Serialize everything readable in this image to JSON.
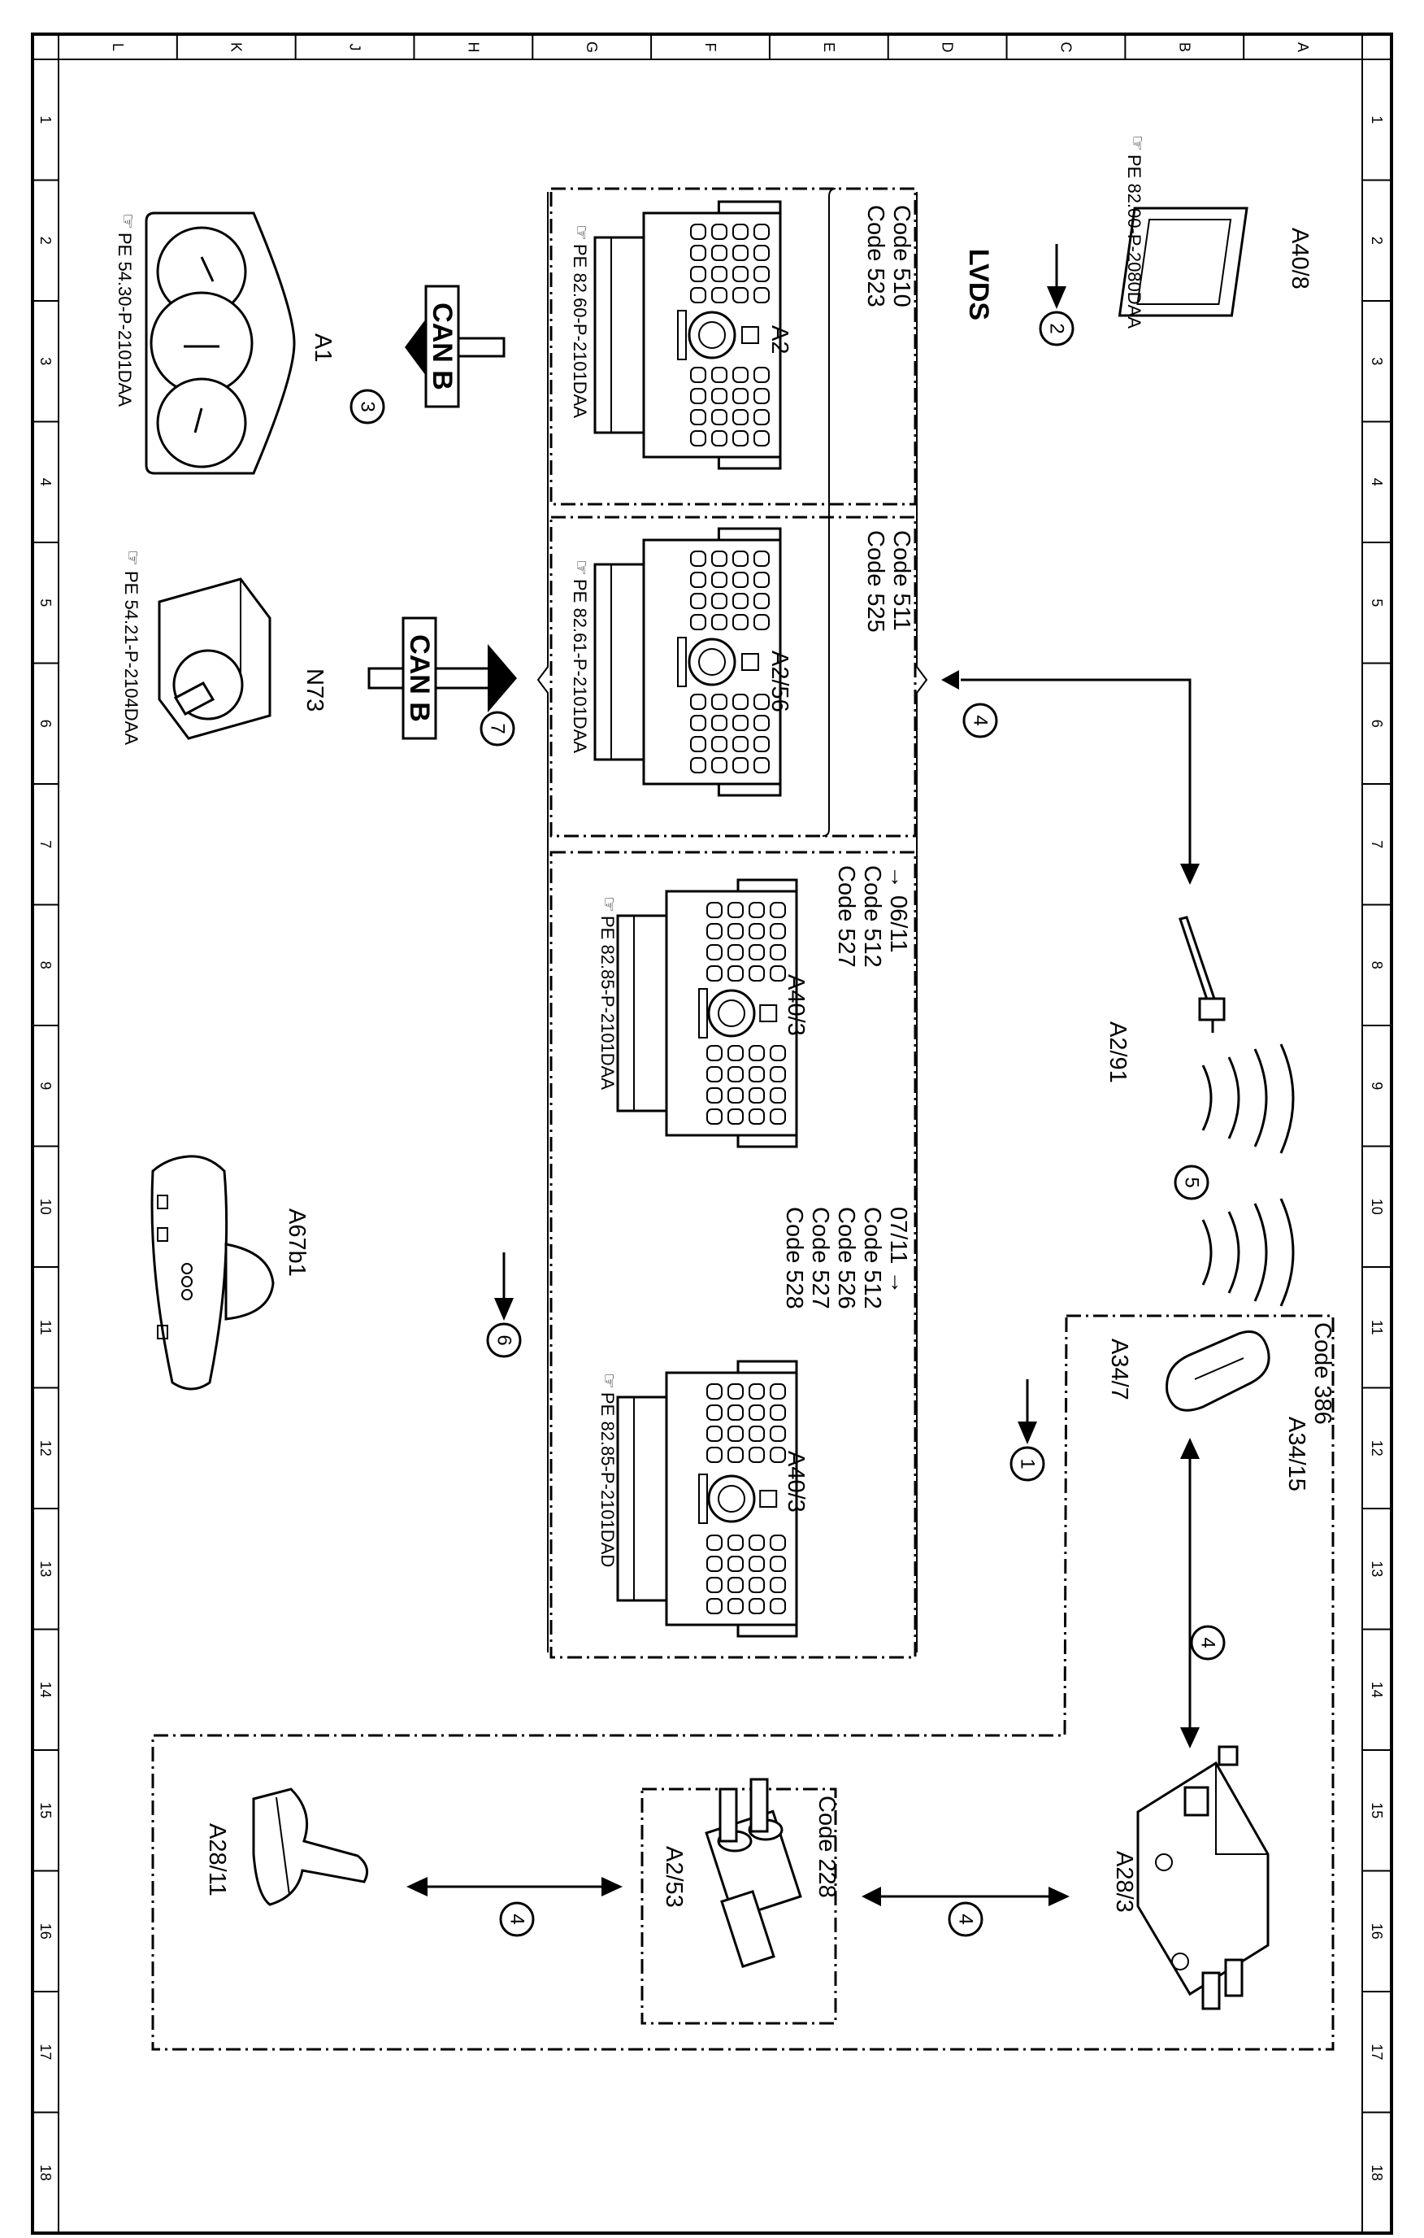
{
  "grid": {
    "columns": [
      "L",
      "K",
      "J",
      "H",
      "G",
      "F",
      "E",
      "D",
      "C",
      "B",
      "A"
    ],
    "rows": [
      "1",
      "2",
      "3",
      "4",
      "5",
      "6",
      "7",
      "8",
      "9",
      "10",
      "11",
      "12",
      "13",
      "14",
      "15",
      "16",
      "17",
      "18"
    ]
  },
  "components": {
    "a40_8": {
      "label": "A40/8",
      "ref": "PE 82.00-P-2080DAA"
    },
    "a1": {
      "label": "A1",
      "ref": "PE 54.30-P-2101DAA"
    },
    "n73": {
      "label": "N73",
      "ref": "PE 54.21-P-2104DAA"
    },
    "a2": {
      "label": "A2",
      "ref": "PE 82.60-P-2101DAA",
      "codes": [
        "Code 510",
        "Code 523"
      ]
    },
    "a2_56": {
      "label": "A2/56",
      "ref": "PE 82.61-P-2101DAA",
      "codes": [
        "Code 511",
        "Code 525"
      ]
    },
    "a40_3_early": {
      "label": "A40/3",
      "ref": "PE 82.85-P-2101DAA",
      "codes": [
        "→ 06/11",
        "Code 512",
        "Code 527"
      ]
    },
    "a40_3_late": {
      "label": "A40/3",
      "ref": "PE 82.85-P-2101DAD",
      "codes": [
        "07/11 →",
        "Code 512",
        "Code 526",
        "Code 527",
        "Code 528"
      ]
    },
    "a2_91": {
      "label": "A2/91"
    },
    "a67b1": {
      "label": "A67b1"
    },
    "a34_7": {
      "label": "A34/7"
    },
    "a34_15": {
      "label": "A34/15",
      "code": "Code 386"
    },
    "a28_3": {
      "label": "A28/3"
    },
    "a2_53": {
      "label": "A2/53",
      "code": "Code 228"
    },
    "a28_11": {
      "label": "A28/11"
    }
  },
  "connections": {
    "lvds_label": "LVDS",
    "can_b_label": "CAN B",
    "n1": "1",
    "n2": "2",
    "n3": "3",
    "n4": "4",
    "n5": "5",
    "n6": "6",
    "n7": "7"
  }
}
